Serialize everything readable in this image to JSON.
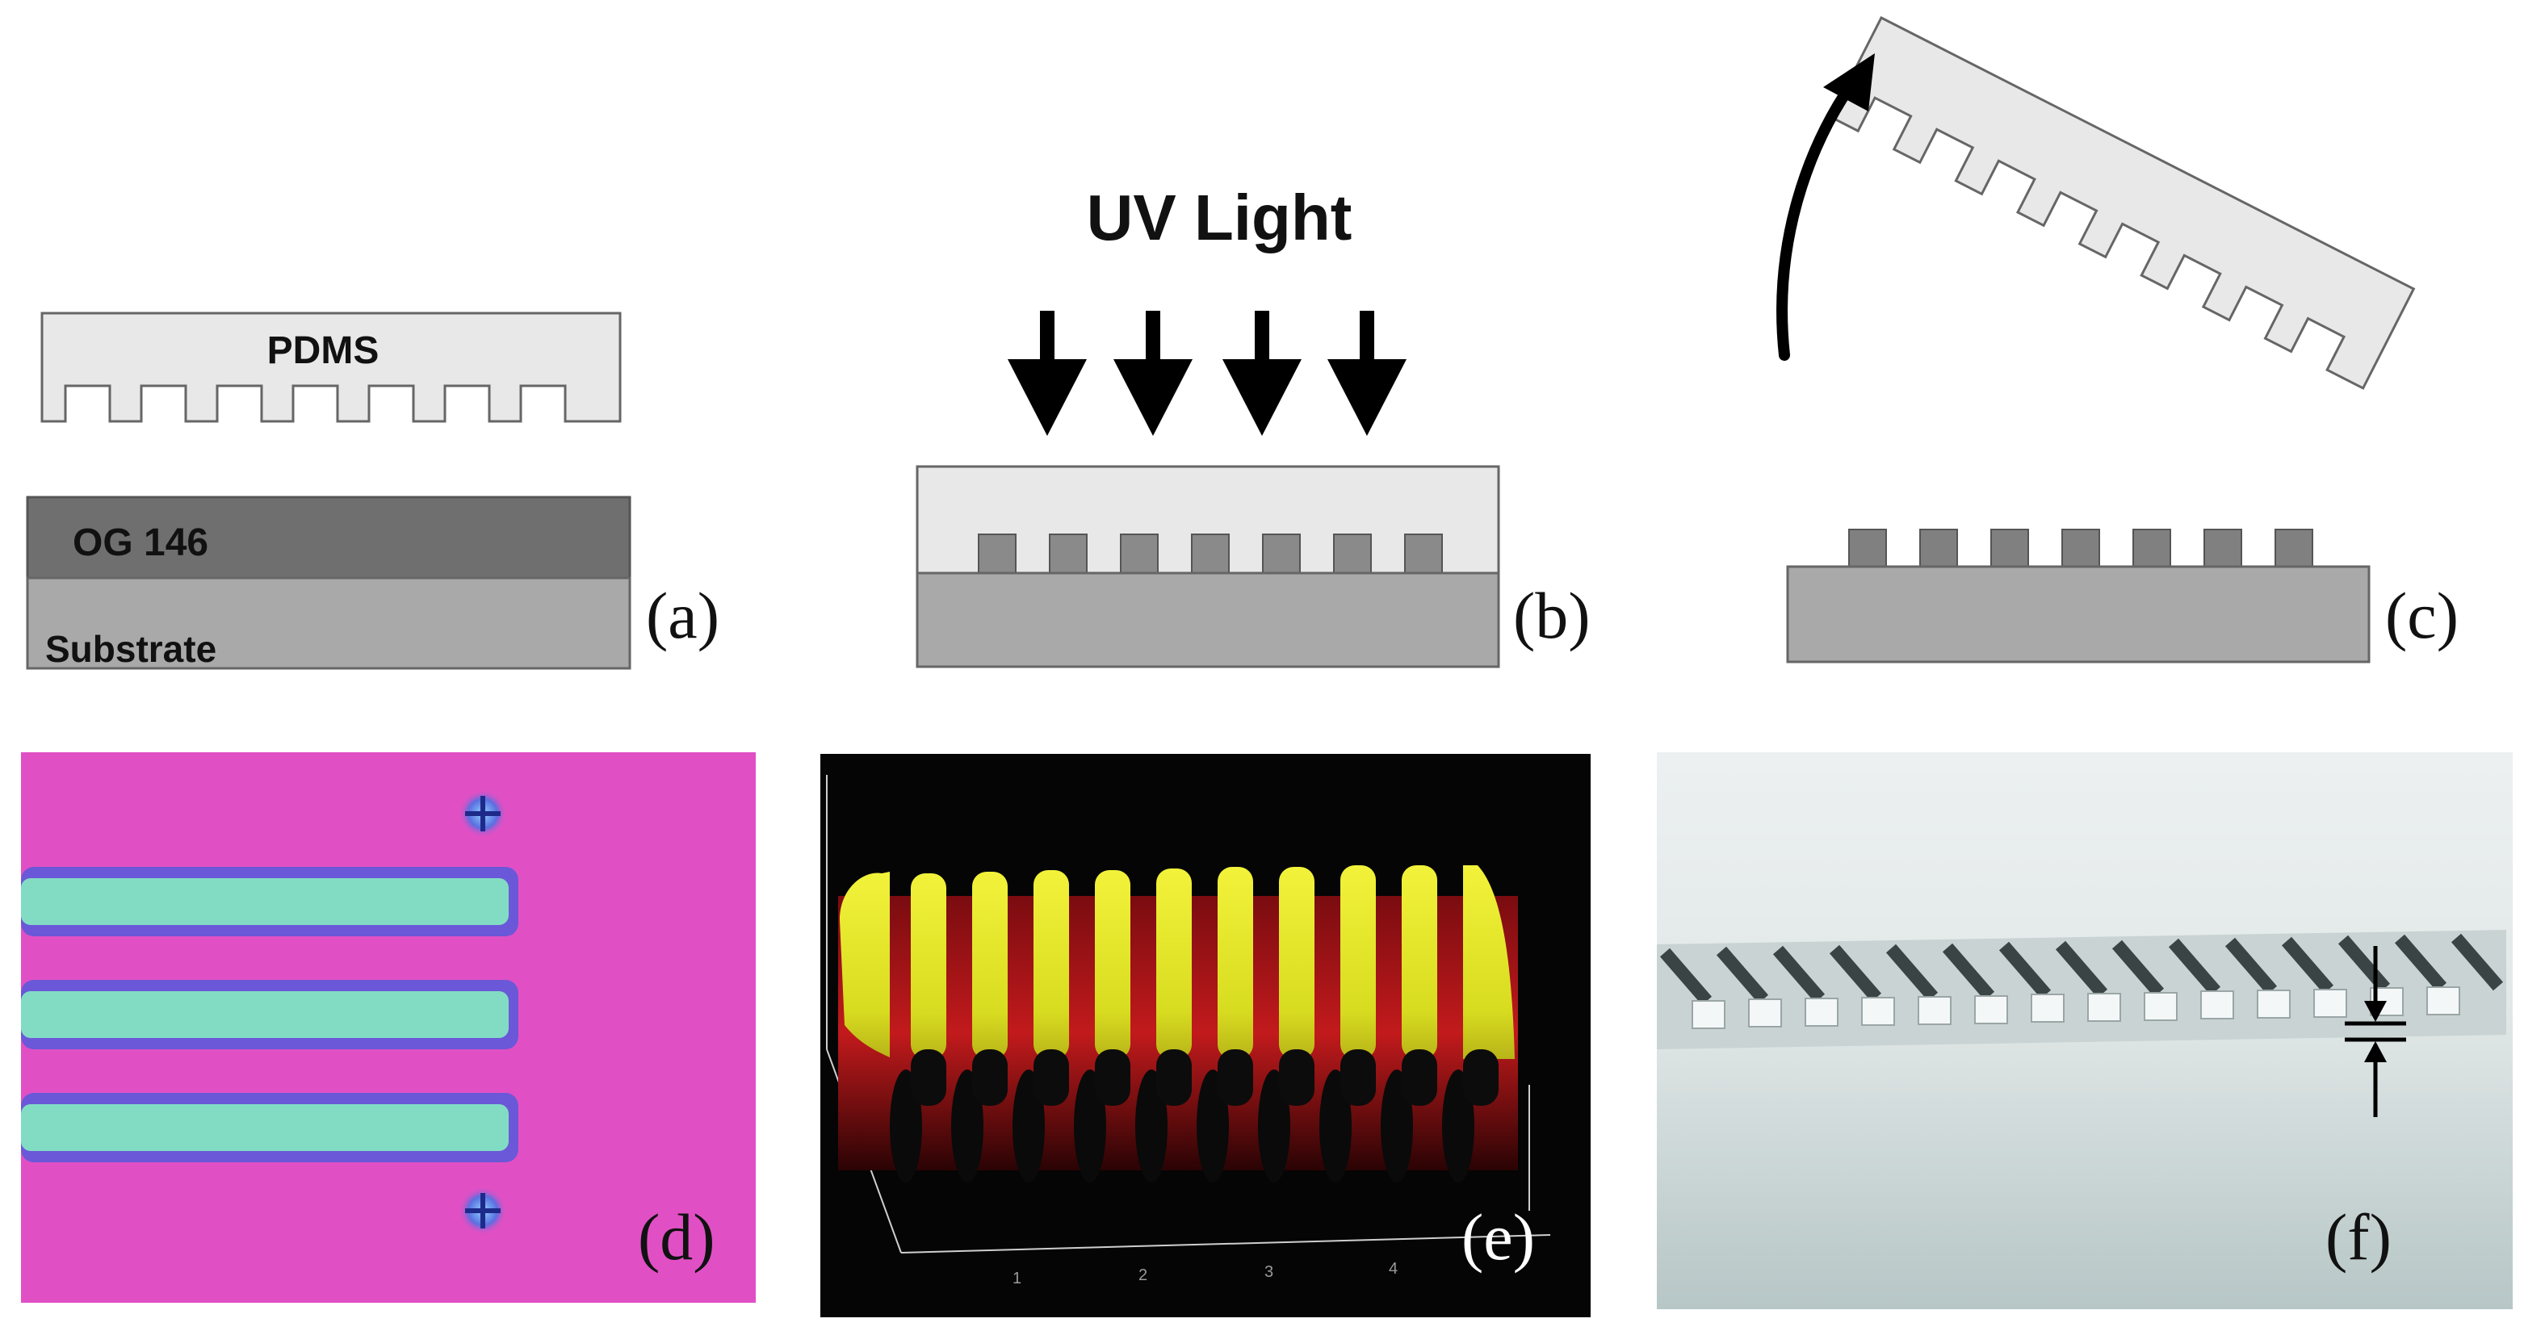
{
  "panels": {
    "a": {
      "tag": "(a)",
      "mold_label": "PDMS",
      "resist_label": "OG 146",
      "substrate_label": "Substrate"
    },
    "b": {
      "tag": "(b)",
      "title": "UV Light"
    },
    "c": {
      "tag": "(c)"
    },
    "d": {
      "tag": "(d)"
    },
    "e": {
      "tag": "(e)",
      "axis_ticks": [
        "1",
        "2",
        "3",
        "4"
      ]
    },
    "f": {
      "tag": "(f)"
    }
  },
  "colors": {
    "pdms_fill": "#e8e8e8",
    "resist_fill": "#6f6f6f",
    "substrate_fill": "#a9a9a9",
    "pattern_fill": "#808080",
    "optical_bg": "#e050c4",
    "optical_stripe": "#7fd8c0",
    "afm_bg": "#050505",
    "afm_ridge": "#e6ea2a",
    "afm_shadow": "#b2141a",
    "sem_top": "#e7ecec",
    "sem_bottom": "#bdcaca"
  }
}
